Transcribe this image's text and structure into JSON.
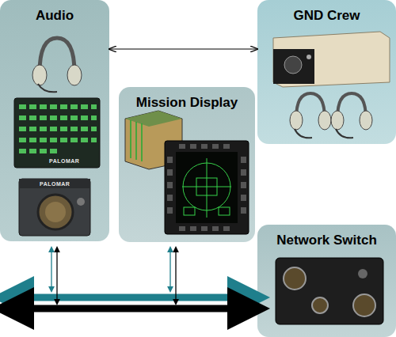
{
  "diagram": {
    "nodes": [
      {
        "text": [
          "Audio"
        ]
      },
      {
        "text": [
          "GND Crew"
        ]
      },
      {
        "text": [
          "Mission Display"
        ]
      },
      {
        "text": [
          "Network Switch"
        ]
      }
    ],
    "edges": [
      {
        "from": 0,
        "to": 1,
        "arrow": "both"
      }
    ],
    "labels": [
      "PALOMAR",
      "PALOMAR"
    ]
  }
}
